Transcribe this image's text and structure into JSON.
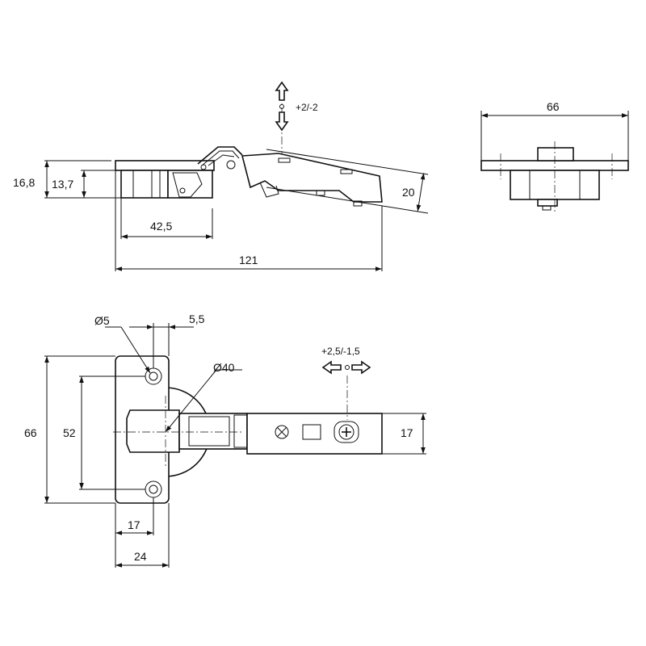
{
  "dimensions": {
    "side_view": {
      "plate_height": "16,8",
      "cup_depth": "13,7",
      "cup_offset": "42,5",
      "total_length": "121",
      "arm_height": "20",
      "height_adjust": "+2/-2"
    },
    "end_view": {
      "plate_width": "66"
    },
    "top_view": {
      "screw_hole": "Ø5",
      "hole_edge_offset": "5,5",
      "cup_diameter": "Ø40",
      "plate_height": "66",
      "hole_spacing": "52",
      "arm_width": "17",
      "cup_center_offset": "17",
      "plate_width": "24",
      "depth_adjust": "+2,5/-1,5"
    }
  }
}
